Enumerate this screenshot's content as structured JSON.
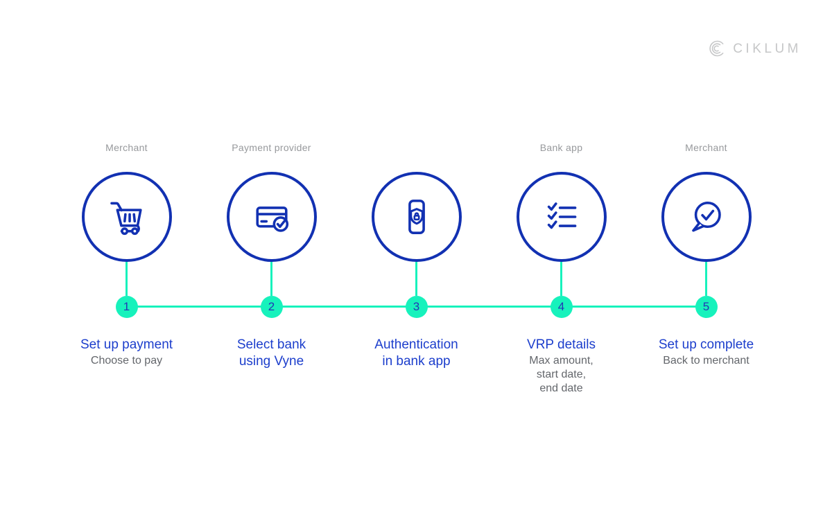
{
  "logo": {
    "text": "CIKLUM"
  },
  "colors": {
    "icon_blue": "#1231b2",
    "title_blue": "#1c3ecc",
    "accent_green": "#17f2bc",
    "number_blue": "#2338b4",
    "label_gray": "#97999c",
    "subtitle_gray": "#63666b",
    "logo_gray": "#c6c7c8",
    "bg": "#ffffff"
  },
  "steps": [
    {
      "number": "1",
      "actor": "Merchant",
      "icon": "shopping-cart-icon",
      "title": "Set up payment",
      "subtitle": "Choose to pay"
    },
    {
      "number": "2",
      "actor": "Payment provider",
      "icon": "credit-card-check-icon",
      "title": "Select bank\nusing Vyne",
      "subtitle": ""
    },
    {
      "number": "3",
      "actor": "",
      "icon": "phone-shield-lock-icon",
      "title": "Authentication\nin bank app",
      "subtitle": ""
    },
    {
      "number": "4",
      "actor": "Bank app",
      "icon": "checklist-icon",
      "title": "VRP details",
      "subtitle": "Max amount,\nstart date,\nend date"
    },
    {
      "number": "5",
      "actor": "Merchant",
      "icon": "speech-bubble-check-icon",
      "title": "Set up complete",
      "subtitle": "Back to merchant"
    }
  ]
}
